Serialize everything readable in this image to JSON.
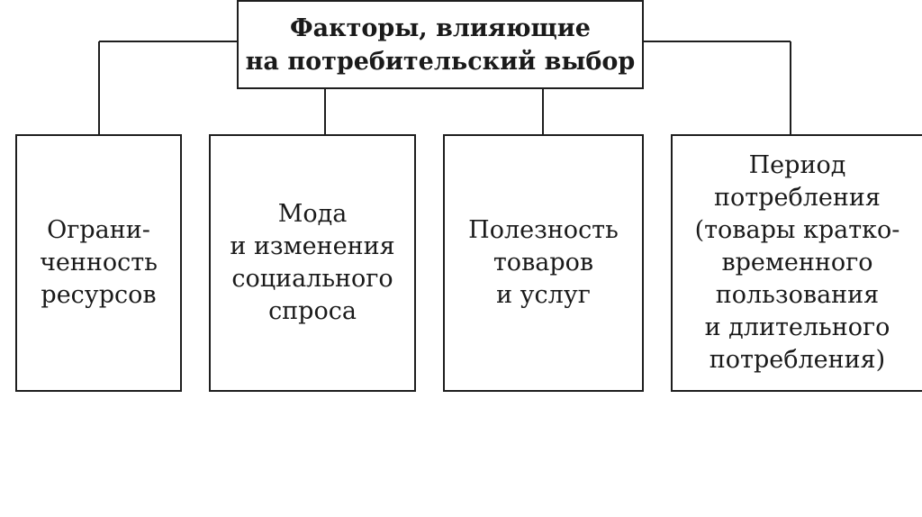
{
  "diagram": {
    "root": {
      "lines": [
        "Факторы, влияющие",
        "на потребительский выбор"
      ]
    },
    "children": [
      {
        "lines": [
          "Ограни-",
          "ченность",
          "ресурсов"
        ]
      },
      {
        "lines": [
          "Мода",
          "и изменения",
          "социального",
          "спроса"
        ]
      },
      {
        "lines": [
          "Полезность",
          "товаров",
          "и услуг"
        ]
      },
      {
        "lines": [
          "Период",
          "потребления",
          "(товары кратко-",
          "временного",
          "пользования",
          "и длительного",
          "потребления)"
        ]
      }
    ]
  }
}
